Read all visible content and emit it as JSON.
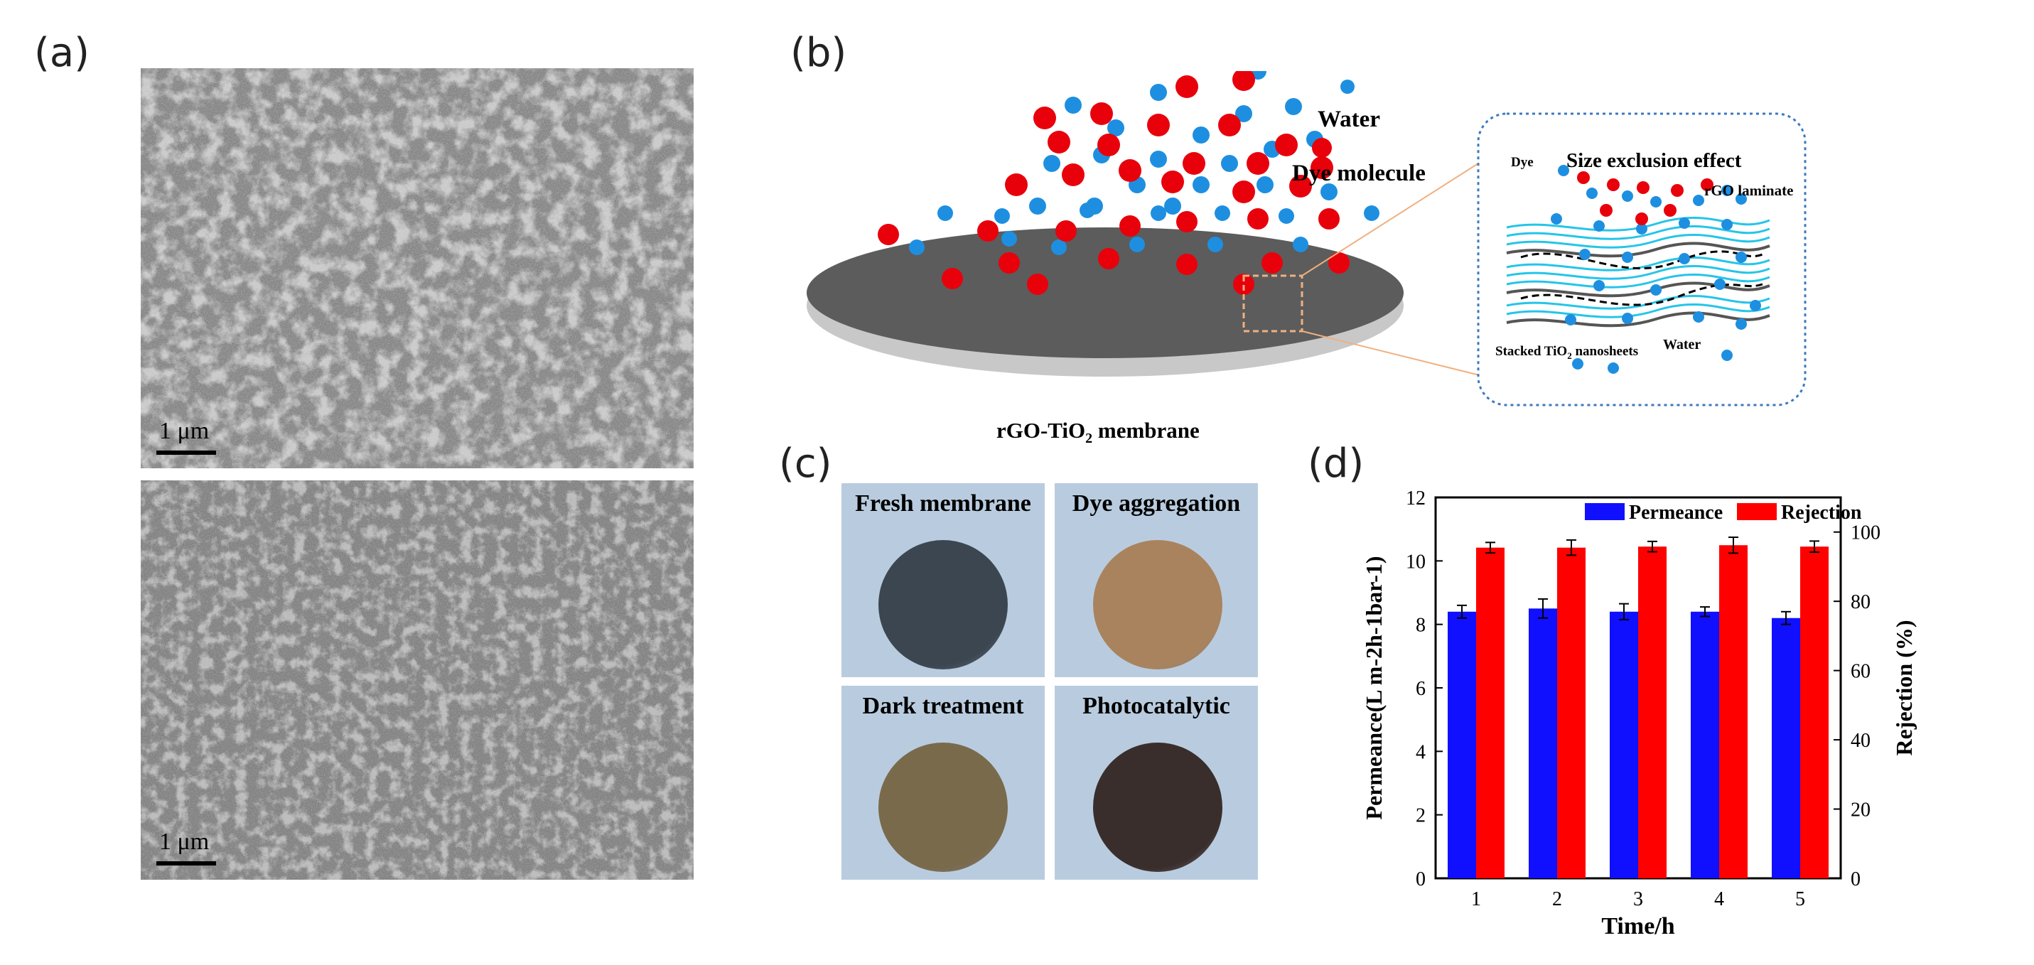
{
  "panels": {
    "a": "(a)",
    "b": "(b)",
    "c": "(c)",
    "d": "(d)"
  },
  "panel_a": {
    "scalebar_top": "1 μm",
    "scalebar_bottom": "1 μm"
  },
  "panel_b": {
    "legend_water": "Water",
    "legend_dye": "Dye molecule",
    "membrane_label": "rGO-TiO",
    "membrane_label_sub": "2",
    "membrane_label_tail": " membrane",
    "inset_title": "Size exclusion effect",
    "inset_dye": "Dye",
    "inset_rgo": "rGO laminate",
    "inset_water": "Water",
    "inset_stacked": "Stacked TiO",
    "inset_stacked_sub": "2",
    "inset_stacked_tail": " nanosheets",
    "colors": {
      "water": "#1e8fe0",
      "dye": "#e8000b",
      "membrane": "#5c5c5c"
    }
  },
  "panel_c": {
    "cells": [
      {
        "title": "Fresh membrane",
        "disc_color": "#3b4650"
      },
      {
        "title": "Dye aggregation",
        "disc_color": "#a9835e"
      },
      {
        "title": "Dark treatment",
        "disc_color": "#7a6a4c"
      },
      {
        "title": "Photocatalytic",
        "disc_color": "#3a2e2c"
      }
    ]
  },
  "chart_data": {
    "type": "bar",
    "categories": [
      "1",
      "2",
      "3",
      "4",
      "5"
    ],
    "xlabel": "Time/h",
    "ylabel_left": "Permeance(L m-2h-1bar-1)",
    "ylabel_right": "Rejection (%)",
    "ylim_left": [
      0,
      12
    ],
    "ylim_right": [
      0,
      110
    ],
    "yticks_left": [
      0,
      2,
      4,
      6,
      8,
      10,
      12
    ],
    "yticks_right": [
      0,
      20,
      40,
      60,
      80,
      100
    ],
    "legend_position": "top-center",
    "series": [
      {
        "name": "Permeance",
        "axis": "left",
        "color": "#1010ff",
        "values": [
          8.4,
          8.5,
          8.4,
          8.4,
          8.2
        ],
        "errors": [
          0.2,
          0.3,
          0.25,
          0.15,
          0.2
        ]
      },
      {
        "name": "Rejection",
        "axis": "right",
        "color": "#ff0000",
        "values": [
          95.5,
          95.5,
          95.8,
          96.2,
          95.8
        ],
        "errors": [
          1.5,
          2.2,
          1.5,
          2.3,
          1.6
        ]
      }
    ]
  }
}
